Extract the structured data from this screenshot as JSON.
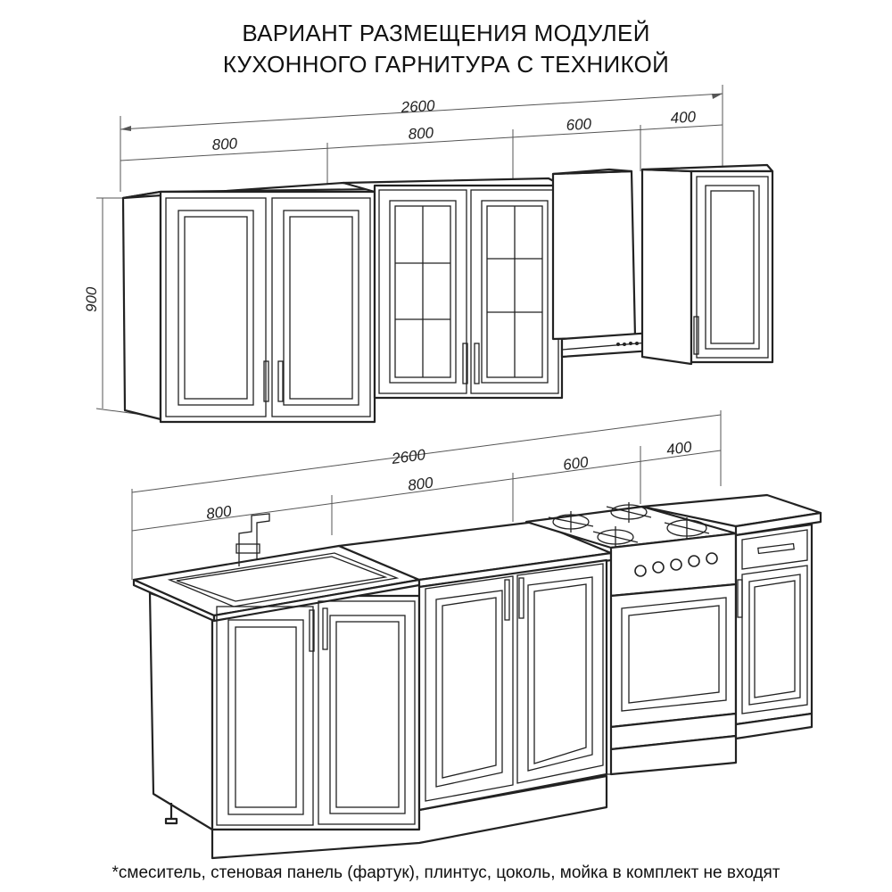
{
  "title": {
    "line1": "ВАРИАНТ РАЗМЕЩЕНИЯ МОДУЛЕЙ",
    "line2": "КУХОННОГО ГАРНИТУРА С ТЕХНИКОЙ"
  },
  "upper_dimensions": {
    "total": "2600",
    "module1": "800",
    "module2": "800",
    "hood": "600",
    "module4": "400",
    "height": "900"
  },
  "lower_dimensions": {
    "total": "2600",
    "module1": "800",
    "module2": "800",
    "stove": "600",
    "module4": "400"
  },
  "footnote": "*смеситель, стеновая панель (фартук), плинтус, цоколь, мойка в комплект не входят"
}
